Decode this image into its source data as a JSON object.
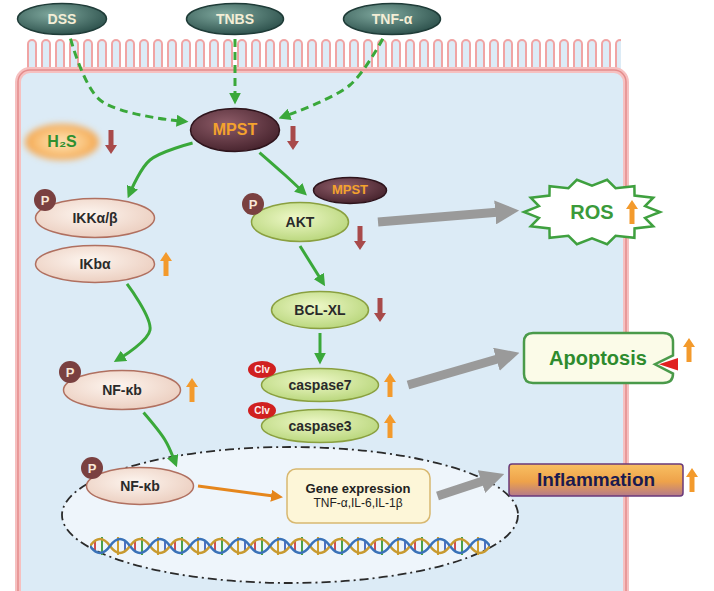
{
  "diagram": {
    "nodes": [
      {
        "text": [
          "DSS"
        ]
      },
      {
        "text": [
          "TNBS"
        ]
      },
      {
        "text": [
          "TNF-α"
        ]
      },
      {
        "text": [
          "H₂S"
        ]
      },
      {
        "text": [
          "MPST"
        ]
      },
      {
        "text": [
          "IKKα/β"
        ]
      },
      {
        "text": [
          "IKbα"
        ]
      },
      {
        "text": [
          "NF-κb"
        ]
      },
      {
        "text": [
          "MPST"
        ]
      },
      {
        "text": [
          "AKT"
        ]
      },
      {
        "text": [
          "BCL-XL"
        ]
      },
      {
        "text": [
          "caspase7"
        ]
      },
      {
        "text": [
          "caspase3"
        ]
      },
      {
        "text": [
          "NF-κb"
        ]
      },
      {
        "text": [
          "Gene expression",
          "TNF-α,IL-6,IL-1β"
        ]
      },
      {
        "text": [
          "ROS"
        ]
      },
      {
        "text": [
          "Apoptosis"
        ]
      },
      {
        "text": [
          "Inflammation"
        ]
      }
    ],
    "edges": [
      {
        "from": 0,
        "to": 4,
        "arrow": "to"
      },
      {
        "from": 1,
        "to": 4,
        "arrow": "to"
      },
      {
        "from": 2,
        "to": 4,
        "arrow": "to"
      },
      {
        "from": 4,
        "to": 5,
        "arrow": "to"
      },
      {
        "from": 4,
        "to": 9,
        "arrow": "to"
      },
      {
        "from": 6,
        "to": 7,
        "arrow": "to"
      },
      {
        "from": 7,
        "to": 13,
        "arrow": "to"
      },
      {
        "from": 9,
        "to": 10,
        "arrow": "to"
      },
      {
        "from": 10,
        "to": 11,
        "arrow": "to"
      },
      {
        "from": 13,
        "to": 14,
        "arrow": "to"
      },
      {
        "from": 9,
        "to": 15,
        "arrow": "to"
      },
      {
        "from": 11,
        "to": 16,
        "arrow": "to"
      },
      {
        "from": 14,
        "to": 17,
        "arrow": "to"
      }
    ],
    "labels": [
      "P",
      "P",
      "P",
      "P",
      "Clv",
      "Clv"
    ]
  }
}
